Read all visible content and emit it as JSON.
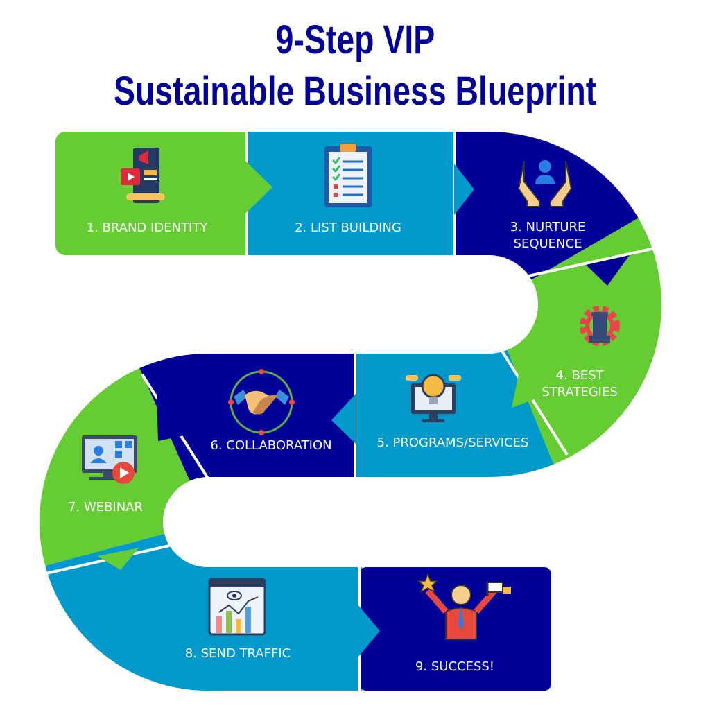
{
  "title": {
    "line1": "9-Step VIP",
    "line2": "Sustainable Business Blueprint"
  },
  "colors": {
    "green": "#66cc33",
    "blue": "#0099cc",
    "navy": "#000099",
    "title": "#000099"
  },
  "steps": [
    {
      "label": [
        "1. BRAND IDENTITY"
      ],
      "icon": "brand-identity-icon"
    },
    {
      "label": [
        "2. LIST BUILDING"
      ],
      "icon": "clipboard-checklist-icon"
    },
    {
      "label": [
        "3. NURTURE",
        "SEQUENCE"
      ],
      "icon": "hands-person-icon"
    },
    {
      "label": [
        "4. BEST",
        "STRATEGIES"
      ],
      "icon": "gear-chess-rook-icon"
    },
    {
      "label": [
        "5. PROGRAMS/SERVICES"
      ],
      "icon": "monitor-lightbulb-icon"
    },
    {
      "label": [
        "6. COLLABORATION"
      ],
      "icon": "handshake-icon"
    },
    {
      "label": [
        "7. WEBINAR"
      ],
      "icon": "video-conference-icon"
    },
    {
      "label": [
        "8. SEND TRAFFIC"
      ],
      "icon": "analytics-chart-icon"
    },
    {
      "label": [
        "9. SUCCESS!"
      ],
      "icon": "success-person-icon"
    }
  ]
}
